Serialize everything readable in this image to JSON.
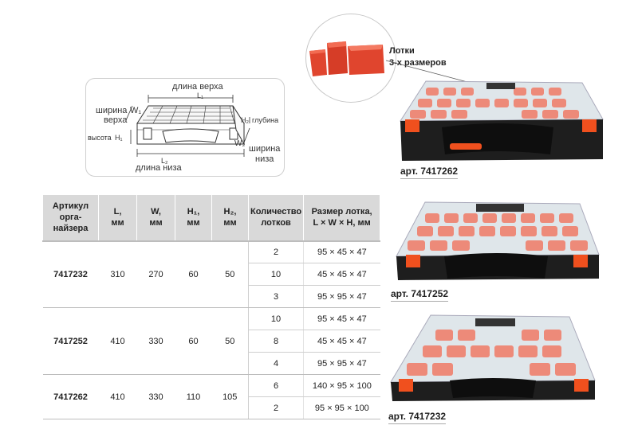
{
  "diagram": {
    "top_length": "длина верхa",
    "l1": "L₁",
    "width_top_line1": "ширина",
    "width_top_line2": "верха",
    "w1": "W₁",
    "height_label": "высота",
    "h1": "H₁",
    "depth_h2": "H₂",
    "depth_label": "глубина",
    "w2": "W₂",
    "width_bottom_line1": "ширина",
    "width_bottom_line2": "низа",
    "l2": "L₂",
    "bottom_length": "длина низа"
  },
  "trays": {
    "label_line1": "Лотки",
    "label_line2": "3-х размеров",
    "color": "#e0452e"
  },
  "products": [
    {
      "art": "арт. 7417262"
    },
    {
      "art": "арт. 7417252"
    },
    {
      "art": "арт. 7417232"
    }
  ],
  "table": {
    "headers": {
      "article": [
        "Артикул",
        "орга-",
        "найзера"
      ],
      "l": [
        "L,",
        "мм"
      ],
      "w": [
        "W,",
        "мм"
      ],
      "h1": [
        "H₁,",
        "мм"
      ],
      "h2": [
        "H₂,",
        "мм"
      ],
      "count": [
        "Количество",
        "лотков"
      ],
      "size": [
        "Размер лотка,",
        "L × W × H, мм"
      ]
    },
    "rows": [
      {
        "article": "7417232",
        "l": "310",
        "w": "270",
        "h1": "60",
        "h2": "50",
        "trays": [
          {
            "count": "2",
            "size": "95 × 45 × 47"
          },
          {
            "count": "10",
            "size": "45 × 45 × 47"
          },
          {
            "count": "3",
            "size": "95 × 95 × 47"
          }
        ]
      },
      {
        "article": "7417252",
        "l": "410",
        "w": "330",
        "h1": "60",
        "h2": "50",
        "trays": [
          {
            "count": "10",
            "size": "95 × 45 × 47"
          },
          {
            "count": "8",
            "size": "45 × 45 × 47"
          },
          {
            "count": "4",
            "size": "95 × 95 × 47"
          }
        ]
      },
      {
        "article": "7417262",
        "l": "410",
        "w": "330",
        "h1": "110",
        "h2": "105",
        "trays": [
          {
            "count": "6",
            "size": "140 × 95 × 100"
          },
          {
            "count": "2",
            "size": "95 × 95 × 100"
          }
        ]
      }
    ]
  },
  "colors": {
    "header_bg": "#d9d9d9",
    "box_body": "#1e1e1e",
    "tray": "#e0452e",
    "latch": "#f0501e"
  }
}
